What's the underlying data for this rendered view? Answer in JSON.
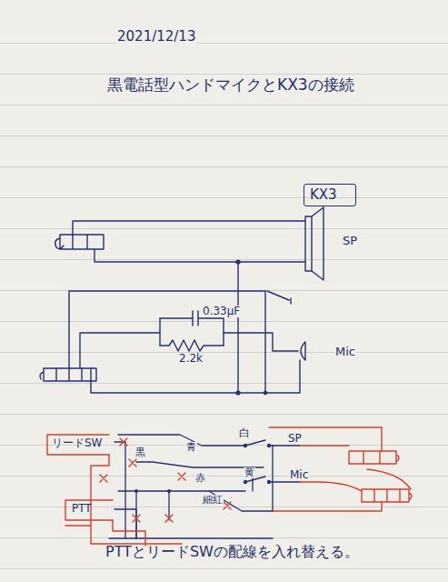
{
  "diagram": {
    "title": "黒電話型ハンドマイクとKX3の接続",
    "caption": "PTTとリードSWの配線を入れ替える。",
    "nodes": [
      {
        "text": [
          "KX3"
        ]
      },
      {
        "text": [
          "リードSW"
        ]
      },
      {
        "text": [
          "PTT"
        ]
      }
    ],
    "labels": [
      "2021/12/13",
      "SP",
      "0.33μF",
      "2.2k",
      "Mic",
      "白",
      "SP",
      "青",
      "黒",
      "赤",
      "黄",
      "Mic",
      "細紅"
    ]
  }
}
